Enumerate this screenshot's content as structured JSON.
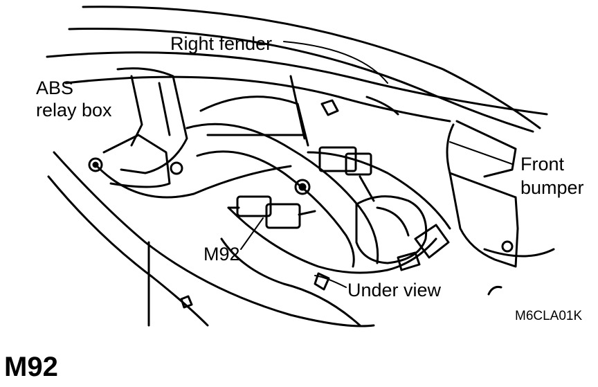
{
  "diagram": {
    "labels": {
      "right_fender": "Right fender",
      "abs_line1": "ABS",
      "abs_line2": "relay box",
      "front_line1": "Front",
      "front_line2": "bumper",
      "connector": "M92",
      "under_view": "Under view",
      "figure_code": "M6CLA01K"
    }
  },
  "heading": "M92",
  "colors": {
    "ink": "#000000",
    "paper": "#ffffff"
  }
}
